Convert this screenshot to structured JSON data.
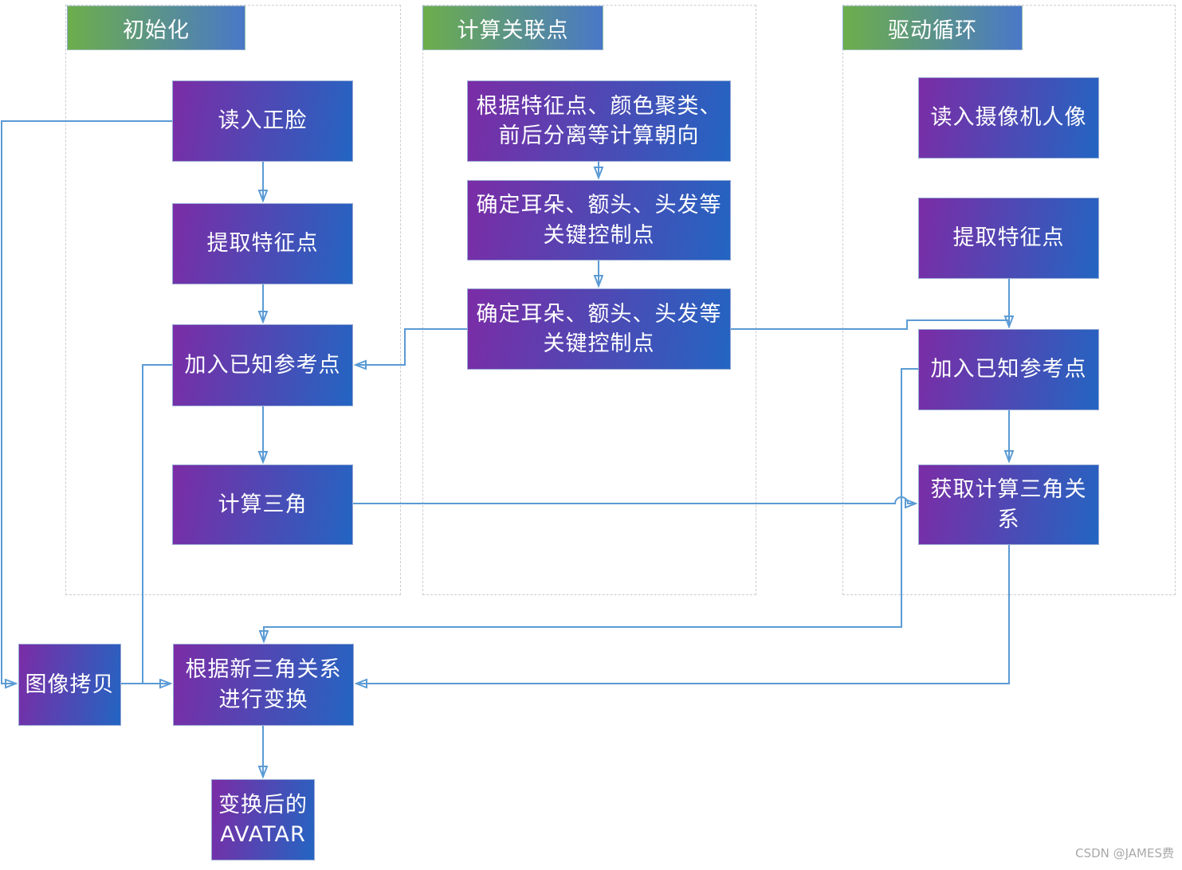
{
  "colors": {
    "node-grad-start": "#7B2CA6",
    "node-grad-end": "#2365C2",
    "header-grad-start": "#6CAE4B",
    "header-grad-end": "#4A78C8",
    "edge": "#5B9BD5",
    "dashed-border": "#C9CDD4",
    "watermark": "#A9A9A9"
  },
  "groups": {
    "init": {
      "title": "初始化"
    },
    "assoc": {
      "title": "计算关联点"
    },
    "loop": {
      "title": "驱动循环"
    }
  },
  "nodes": {
    "read_front_face": {
      "label": "读入正脸"
    },
    "extract_features_init": {
      "label": "提取特征点"
    },
    "add_known_ref_init": {
      "label": "加入已知参考点"
    },
    "compute_triangles": {
      "label": "计算三角"
    },
    "compute_orientation": {
      "label": "根据特征点、颜色聚类、\n前后分离等计算朝向"
    },
    "key_control_points_1": {
      "label": "确定耳朵、额头、头发等\n关键控制点"
    },
    "key_control_points_2": {
      "label": "确定耳朵、额头、头发等\n关键控制点"
    },
    "read_camera_portrait": {
      "label": "读入摄像机人像"
    },
    "extract_features_loop": {
      "label": "提取特征点"
    },
    "add_known_ref_loop": {
      "label": "加入已知参考点"
    },
    "get_triangle_relation": {
      "label": "获取计算三角关\n系"
    },
    "image_copy": {
      "label": "图像拷贝"
    },
    "transform_by_new_triangles": {
      "label": "根据新三角关系\n进行变换"
    },
    "transformed_avatar": {
      "label": "变换后的\nAVATAR"
    }
  },
  "watermark": "CSDN @JAMES费"
}
